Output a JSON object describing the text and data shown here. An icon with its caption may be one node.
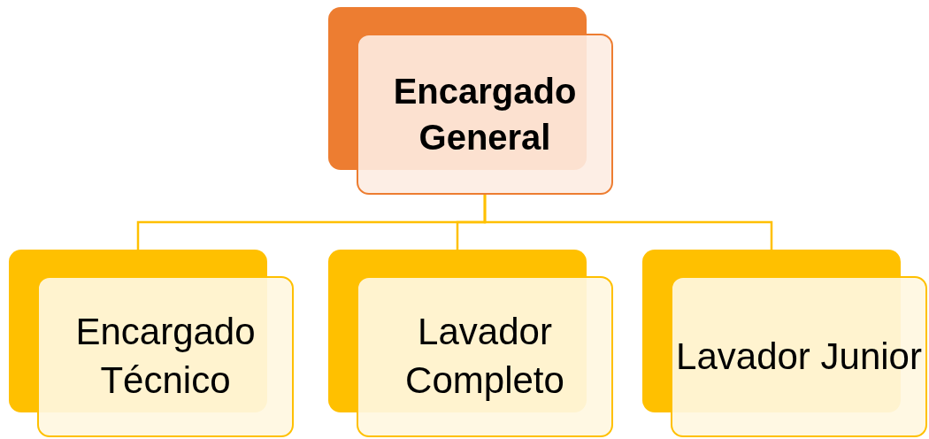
{
  "diagram": {
    "nodes": [
      {
        "text": [
          "Encargado General"
        ]
      },
      {
        "text": [
          "Encargado Técnico"
        ]
      },
      {
        "text": [
          "Lavador Completo"
        ]
      },
      {
        "text": [
          "Lavador Junior"
        ]
      }
    ],
    "edges": [
      {
        "from": 0,
        "to": 1,
        "arrow": "none"
      },
      {
        "from": 0,
        "to": 2,
        "arrow": "none"
      },
      {
        "from": 0,
        "to": 3,
        "arrow": "none"
      }
    ]
  }
}
